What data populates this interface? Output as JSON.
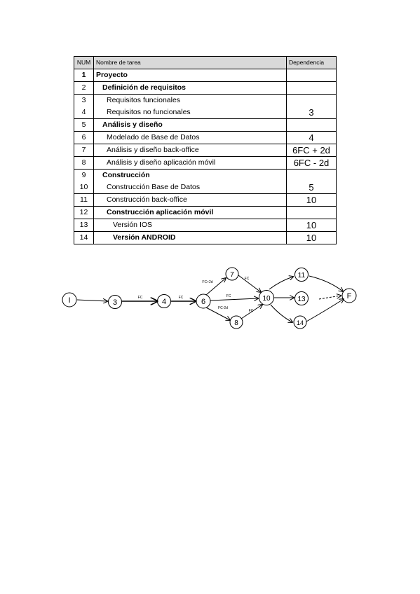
{
  "table": {
    "headers": {
      "num": "NUM",
      "name": "Nombre de tarea",
      "dep": "Dependencia"
    },
    "rows": [
      {
        "num": "1",
        "name": "Proyecto",
        "dep": ""
      },
      {
        "num": "2",
        "name": "Definición de requisitos",
        "dep": ""
      },
      {
        "num": "3",
        "name": "Requisitos funcionales",
        "dep": ""
      },
      {
        "num": "4",
        "name": "Requisitos no funcionales",
        "dep": "3"
      },
      {
        "num": "5",
        "name": "Análisis y diseño",
        "dep": ""
      },
      {
        "num": "6",
        "name": "Modelado de Base de Datos",
        "dep": "4"
      },
      {
        "num": "7",
        "name": "Análisis y diseño back-office",
        "dep": "6FC + 2d"
      },
      {
        "num": "8",
        "name": "Análisis y diseño aplicación móvil",
        "dep": "6FC - 2d"
      },
      {
        "num": "9",
        "name": "Construcción",
        "dep": ""
      },
      {
        "num": "10",
        "name": "Construcción Base de Datos",
        "dep": "5"
      },
      {
        "num": "11",
        "name": "Construcción back-office",
        "dep": "10"
      },
      {
        "num": "12",
        "name": "Construcción aplicación móvil",
        "dep": ""
      },
      {
        "num": "13",
        "name": "Versión IOS",
        "dep": "10"
      },
      {
        "num": "14",
        "name": "Versión ANDROID",
        "dep": "10"
      }
    ]
  },
  "network": {
    "nodes": {
      "start": "I",
      "n3": "3",
      "n4": "4",
      "n6": "6",
      "n7": "7",
      "n8": "8",
      "n10": "10",
      "n11": "11",
      "n13": "13",
      "n14": "14",
      "end": "F"
    },
    "edge_labels": {
      "e3_4": "FC",
      "e4_6": "FC",
      "e6_7": "FC+2d",
      "e6_10": "FC",
      "e6_8": "FC-2d",
      "e7_10": "FC",
      "e8_10": "FC"
    }
  }
}
